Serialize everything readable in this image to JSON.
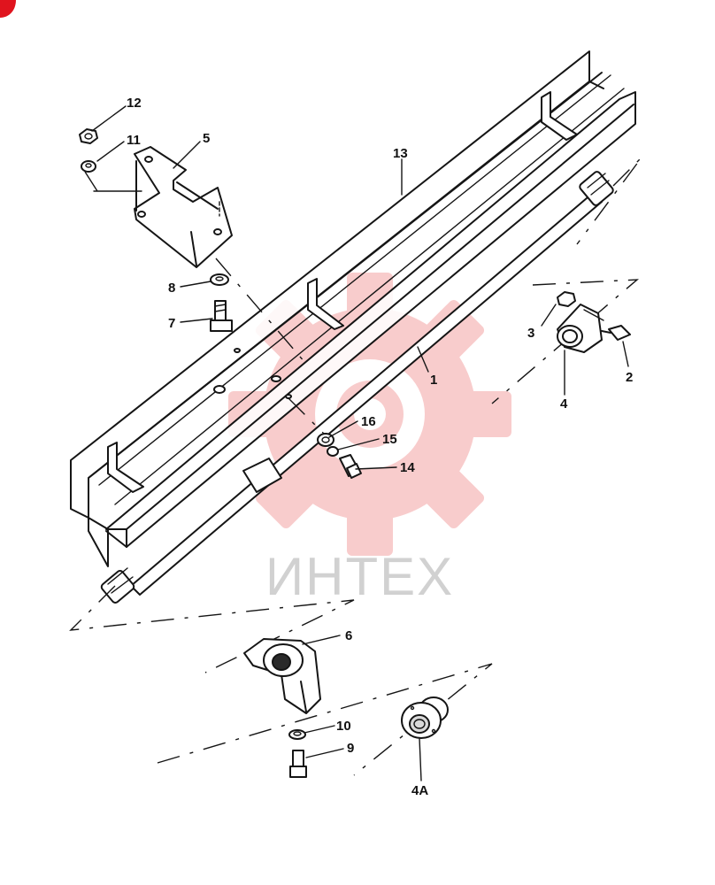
{
  "diagram": {
    "watermark": "ИНТЕХ",
    "colors": {
      "line": "#151515",
      "watermark_gear": "#f4a3a3",
      "watermark_text": "#bdbdbd",
      "corner_mark": "#e0141e"
    },
    "callouts": {
      "c1": "1",
      "c2": "2",
      "c3": "3",
      "c4": "4",
      "c4a": "4A",
      "c5": "5",
      "c6": "6",
      "c7": "7",
      "c8": "8",
      "c9": "9",
      "c10": "10",
      "c11": "11",
      "c12": "12",
      "c13": "13",
      "c14": "14",
      "c15": "15",
      "c16": "16"
    }
  }
}
